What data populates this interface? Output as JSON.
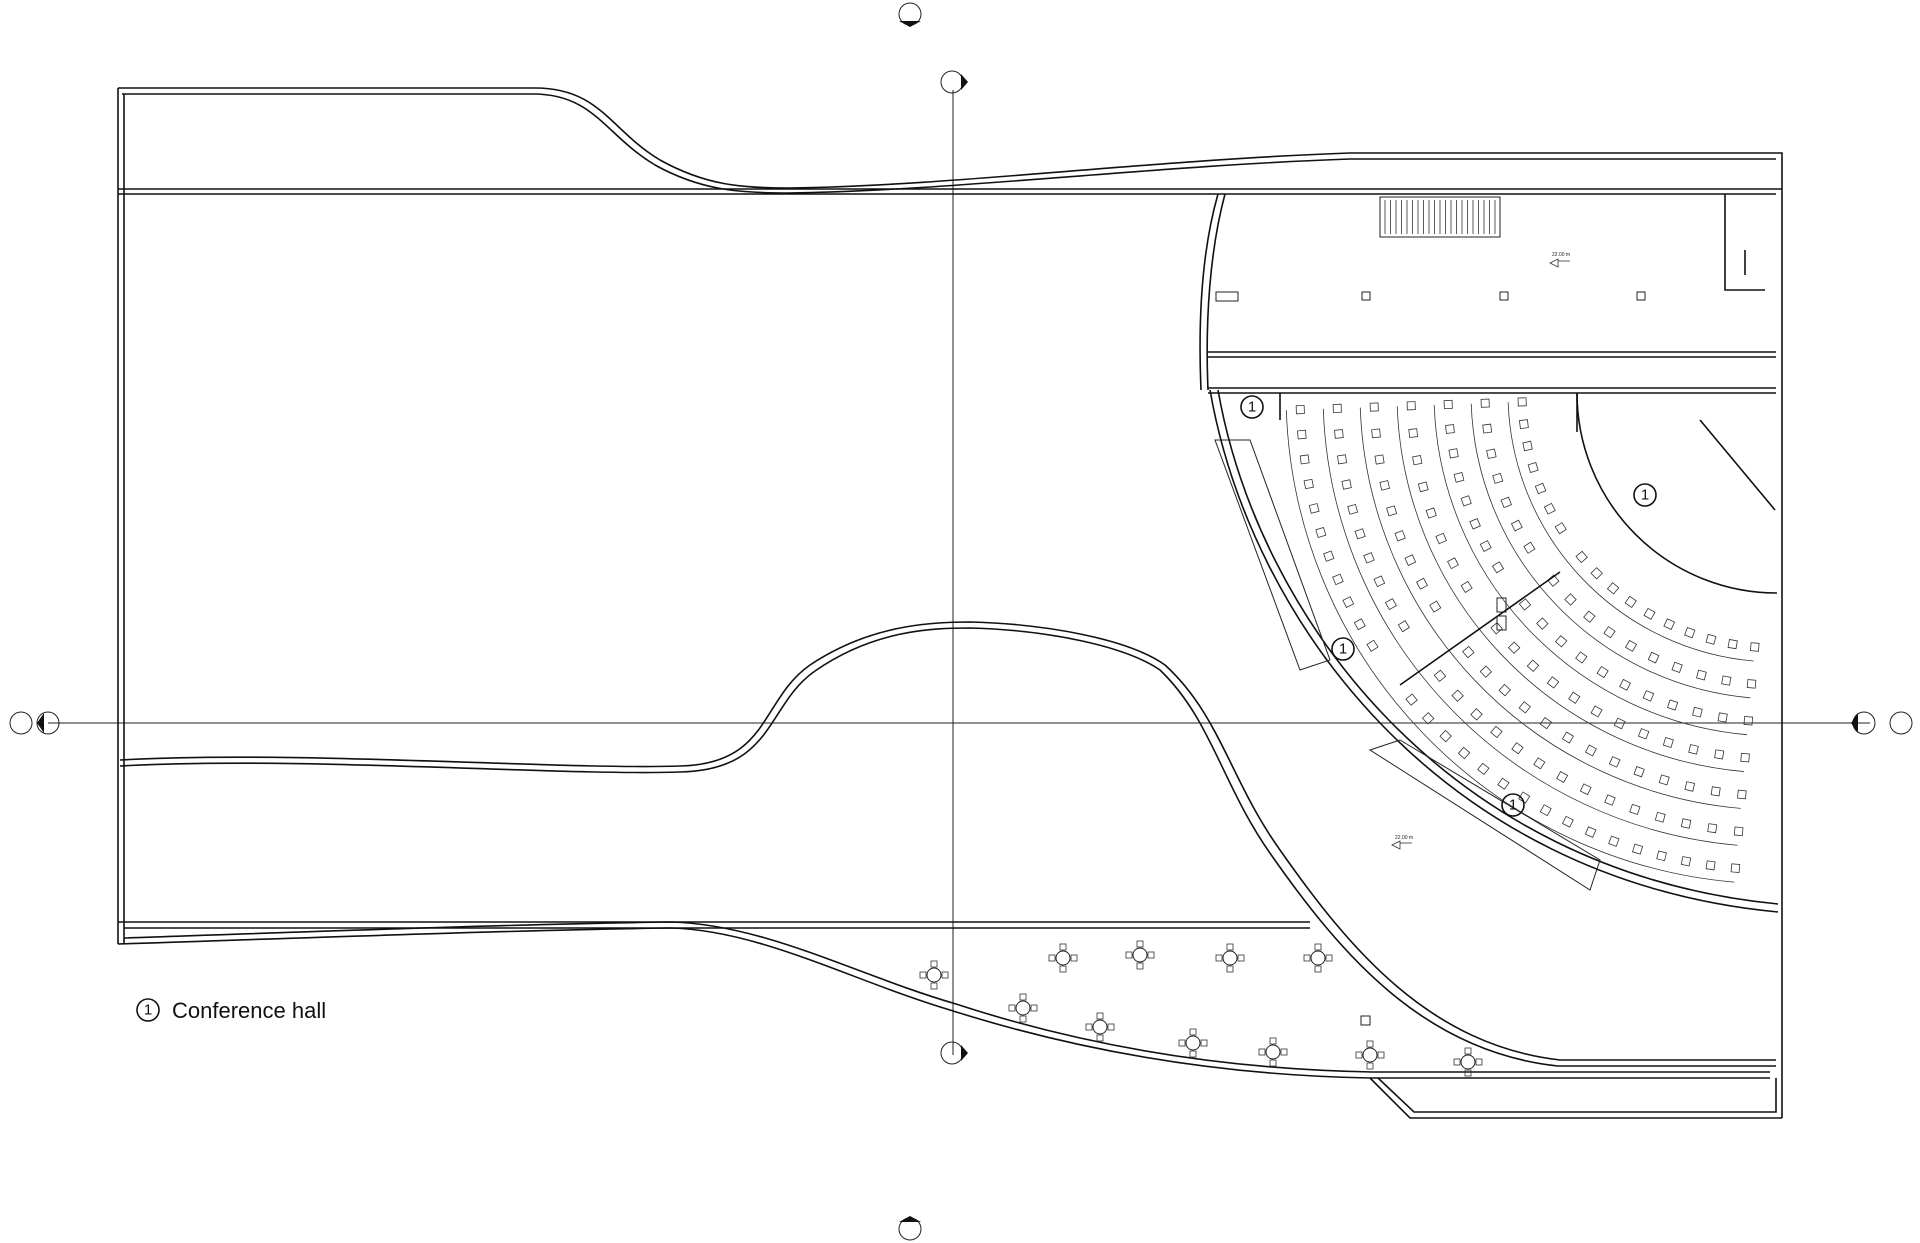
{
  "marker_label": "1",
  "legend": {
    "number": "1",
    "label": "Conference hall"
  },
  "level_tags": [
    "22.00 m",
    "22.00 m"
  ],
  "colors": {
    "line": "#111111",
    "background": "#ffffff"
  },
  "icons": [
    "section-marker-icon",
    "room-tag-icon",
    "cafe-table-icon",
    "level-mark-icon"
  ]
}
